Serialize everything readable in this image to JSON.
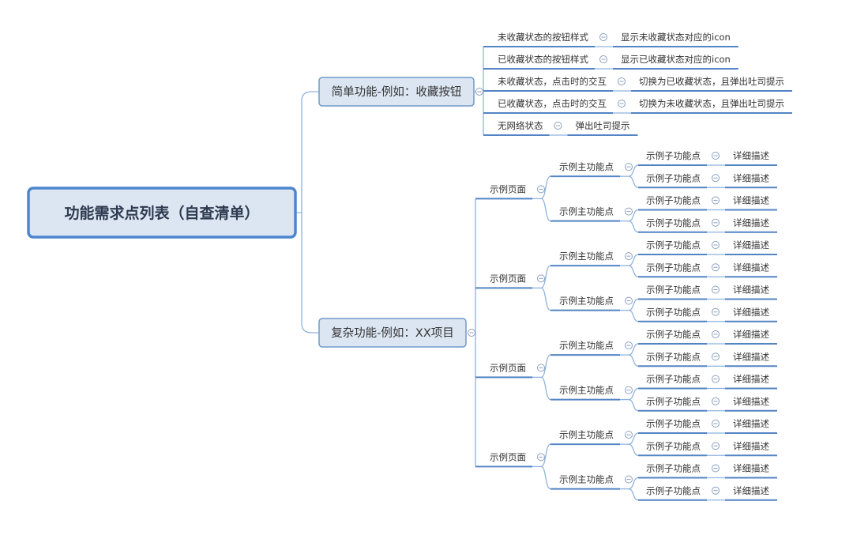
{
  "colors": {
    "root_border": "#4d86cf",
    "node_fill": "#dce6f2",
    "branch_border": "#7199cc",
    "line": "#8fb2dd",
    "underline": "#5384c4",
    "collapse": "#8a9fbf",
    "text": "#333333"
  },
  "map": {
    "root": {
      "label": "功能需求点列表（自查清单）"
    },
    "branches": [
      {
        "label": "简单功能-例如：收藏按钮",
        "children": [
          {
            "label": "未收藏状态的按钮样式",
            "children": [
              {
                "label": "显示未收藏状态对应的icon"
              }
            ]
          },
          {
            "label": "已收藏状态的按钮样式",
            "children": [
              {
                "label": "显示已收藏状态对应的icon"
              }
            ]
          },
          {
            "label": "未收藏状态，点击时的交互",
            "children": [
              {
                "label": "切换为已收藏状态，且弹出吐司提示"
              }
            ]
          },
          {
            "label": "已收藏状态，点击时的交互",
            "children": [
              {
                "label": "切换为未收藏状态，且弹出吐司提示"
              }
            ]
          },
          {
            "label": "无网络状态",
            "children": [
              {
                "label": "弹出吐司提示"
              }
            ]
          }
        ]
      },
      {
        "label": "复杂功能-例如：XX项目",
        "children": [
          {
            "label": "示例页面",
            "children": [
              {
                "label": "示例主功能点",
                "children": [
                  {
                    "label": "示例子功能点",
                    "children": [
                      {
                        "label": "详细描述"
                      }
                    ]
                  },
                  {
                    "label": "示例子功能点",
                    "children": [
                      {
                        "label": "详细描述"
                      }
                    ]
                  }
                ]
              },
              {
                "label": "示例主功能点",
                "children": [
                  {
                    "label": "示例子功能点",
                    "children": [
                      {
                        "label": "详细描述"
                      }
                    ]
                  },
                  {
                    "label": "示例子功能点",
                    "children": [
                      {
                        "label": "详细描述"
                      }
                    ]
                  }
                ]
              }
            ]
          },
          {
            "label": "示例页面",
            "children": [
              {
                "label": "示例主功能点",
                "children": [
                  {
                    "label": "示例子功能点",
                    "children": [
                      {
                        "label": "详细描述"
                      }
                    ]
                  },
                  {
                    "label": "示例子功能点",
                    "children": [
                      {
                        "label": "详细描述"
                      }
                    ]
                  }
                ]
              },
              {
                "label": "示例主功能点",
                "children": [
                  {
                    "label": "示例子功能点",
                    "children": [
                      {
                        "label": "详细描述"
                      }
                    ]
                  },
                  {
                    "label": "示例子功能点",
                    "children": [
                      {
                        "label": "详细描述"
                      }
                    ]
                  }
                ]
              }
            ]
          },
          {
            "label": "示例页面",
            "children": [
              {
                "label": "示例主功能点",
                "children": [
                  {
                    "label": "示例子功能点",
                    "children": [
                      {
                        "label": "详细描述"
                      }
                    ]
                  },
                  {
                    "label": "示例子功能点",
                    "children": [
                      {
                        "label": "详细描述"
                      }
                    ]
                  }
                ]
              },
              {
                "label": "示例主功能点",
                "children": [
                  {
                    "label": "示例子功能点",
                    "children": [
                      {
                        "label": "详细描述"
                      }
                    ]
                  },
                  {
                    "label": "示例子功能点",
                    "children": [
                      {
                        "label": "详细描述"
                      }
                    ]
                  }
                ]
              }
            ]
          },
          {
            "label": "示例页面",
            "children": [
              {
                "label": "示例主功能点",
                "children": [
                  {
                    "label": "示例子功能点",
                    "children": [
                      {
                        "label": "详细描述"
                      }
                    ]
                  },
                  {
                    "label": "示例子功能点",
                    "children": [
                      {
                        "label": "详细描述"
                      }
                    ]
                  }
                ]
              },
              {
                "label": "示例主功能点",
                "children": [
                  {
                    "label": "示例子功能点",
                    "children": [
                      {
                        "label": "详细描述"
                      }
                    ]
                  },
                  {
                    "label": "示例子功能点",
                    "children": [
                      {
                        "label": "详细描述"
                      }
                    ]
                  }
                ]
              }
            ]
          }
        ]
      }
    ]
  }
}
